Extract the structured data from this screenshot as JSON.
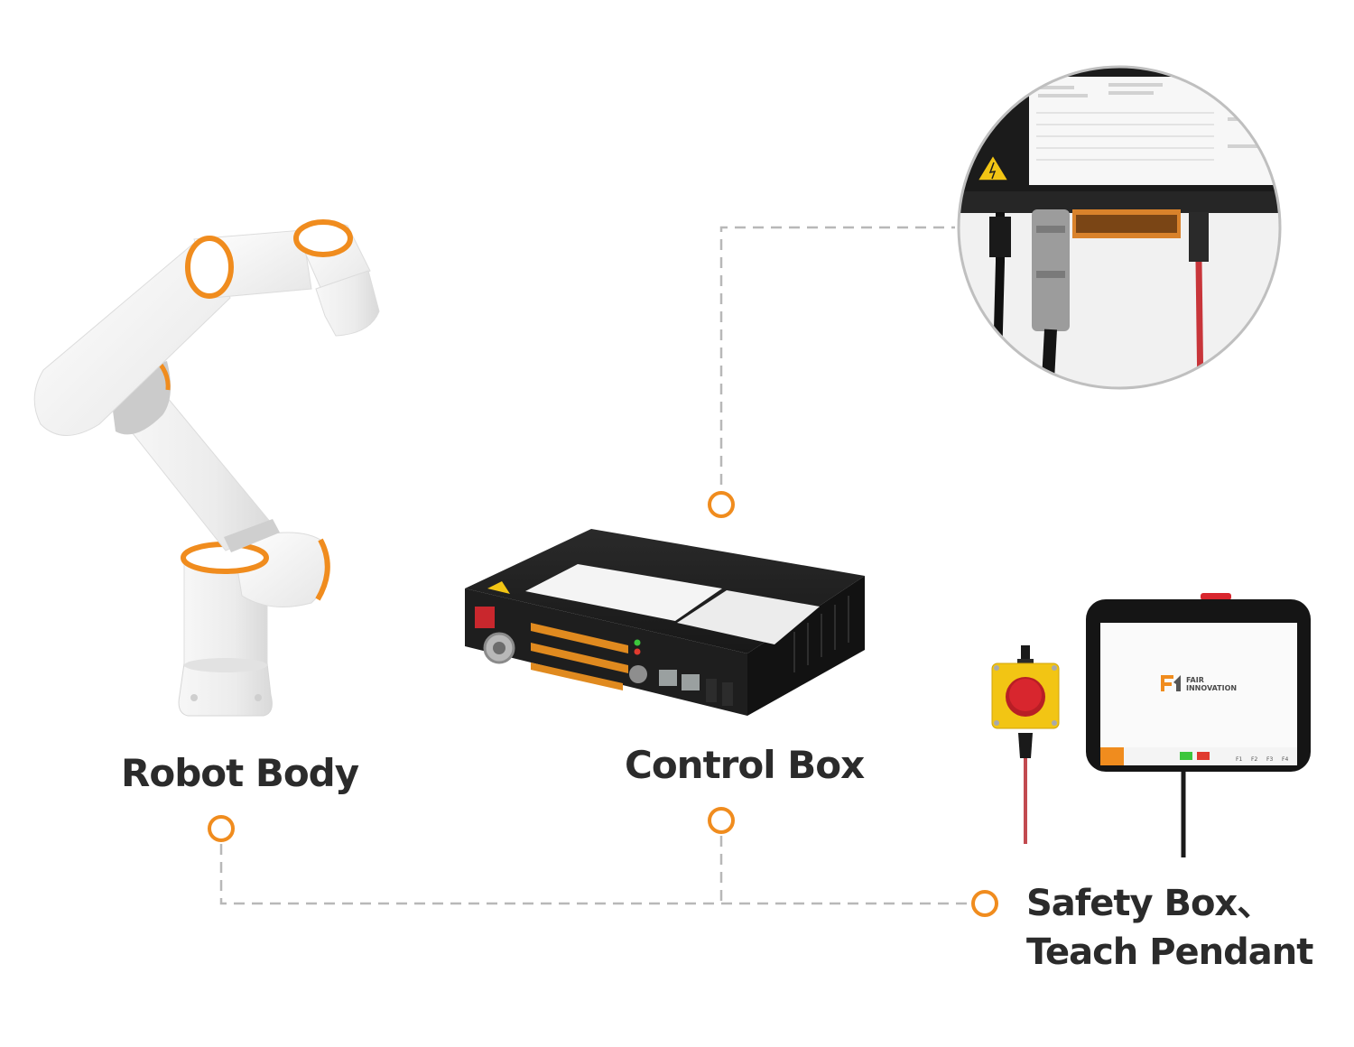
{
  "labels": {
    "robot_body": "Robot Body",
    "control_box": "Control Box",
    "safety_box": "Safety Box、",
    "teach_pendant": "Teach Pendant"
  },
  "pendant": {
    "brand_line1": "FAIR",
    "brand_line2": "INNOVATION",
    "function_keys": [
      "F1",
      "F2",
      "F3",
      "F4"
    ]
  },
  "colors": {
    "accent_orange": "#f08c1e",
    "connector_dash": "#b8b8b8",
    "text_dark": "#2b2b2b",
    "device_black": "#1c1c1c",
    "safety_yellow": "#f2c514",
    "estop_red": "#d8262e"
  },
  "icons": [
    "high-voltage-warning-icon",
    "fair-innovation-logo-icon"
  ]
}
